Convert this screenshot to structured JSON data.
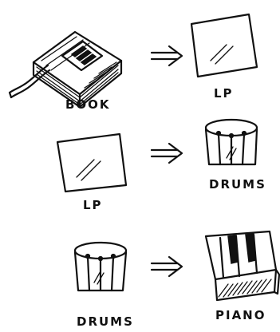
{
  "rows": [
    {
      "from": {
        "label": "BOOK",
        "icon": "book-icon"
      },
      "arrow": "double-arrow-icon",
      "to": {
        "label": "LP",
        "icon": "lp-icon"
      }
    },
    {
      "from": {
        "label": "LP",
        "icon": "lp-icon"
      },
      "arrow": "double-arrow-icon",
      "to": {
        "label": "DRUMS",
        "icon": "drums-icon"
      }
    },
    {
      "from": {
        "label": "DRUMS",
        "icon": "drums-icon"
      },
      "arrow": "double-arrow-icon",
      "to": {
        "label": "PIANO",
        "icon": "piano-icon"
      }
    }
  ],
  "ink_color": "#111111",
  "background": "#ffffff"
}
